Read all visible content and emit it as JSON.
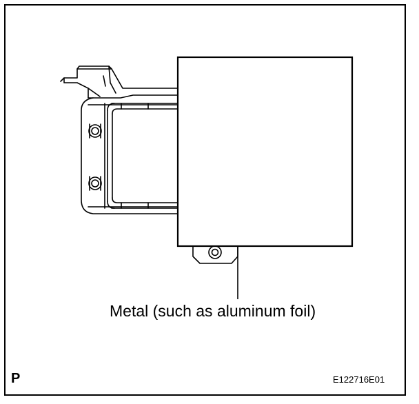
{
  "figure": {
    "callout_label": "Metal (such as aluminum foil)",
    "corner_mark": "P",
    "figure_id": "E122716E01"
  },
  "colors": {
    "line": "#000000",
    "background": "#ffffff"
  }
}
